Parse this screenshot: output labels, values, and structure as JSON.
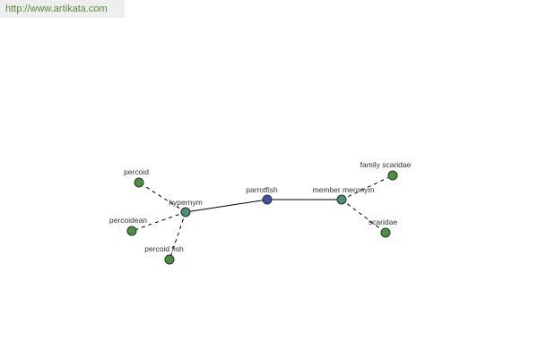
{
  "watermark": {
    "url": "http://www.artikata.com"
  },
  "colors": {
    "center_node": "#4a4aa8",
    "relation_node": "#4f8c78",
    "leaf_node": "#4f8f45",
    "node_stroke": "#1f3a1f",
    "edge": "#000000",
    "watermark_text": "#5a8a3a",
    "watermark_bg": "#eeeeee"
  },
  "graph": {
    "nodes": [
      {
        "id": "parrotfish",
        "label": "parrotfish",
        "kind": "center"
      },
      {
        "id": "hypernym",
        "label": "hypernym",
        "kind": "relation"
      },
      {
        "id": "member_meronym",
        "label": "member meronym",
        "kind": "relation"
      },
      {
        "id": "percoid",
        "label": "percoid",
        "kind": "leaf"
      },
      {
        "id": "percoidean",
        "label": "percoidean",
        "kind": "leaf"
      },
      {
        "id": "percoid_fish",
        "label": "percoid fish",
        "kind": "leaf"
      },
      {
        "id": "family_scaridae",
        "label": "family scaridae",
        "kind": "leaf"
      },
      {
        "id": "scaridae",
        "label": "scaridae",
        "kind": "leaf"
      }
    ],
    "edges": [
      {
        "from": "parrotfish",
        "to": "hypernym",
        "style": "solid"
      },
      {
        "from": "parrotfish",
        "to": "member_meronym",
        "style": "solid"
      },
      {
        "from": "hypernym",
        "to": "percoid",
        "style": "dashed"
      },
      {
        "from": "hypernym",
        "to": "percoidean",
        "style": "dashed"
      },
      {
        "from": "hypernym",
        "to": "percoid_fish",
        "style": "dashed"
      },
      {
        "from": "member_meronym",
        "to": "family_scaridae",
        "style": "dashed"
      },
      {
        "from": "member_meronym",
        "to": "scaridae",
        "style": "dashed"
      }
    ]
  }
}
